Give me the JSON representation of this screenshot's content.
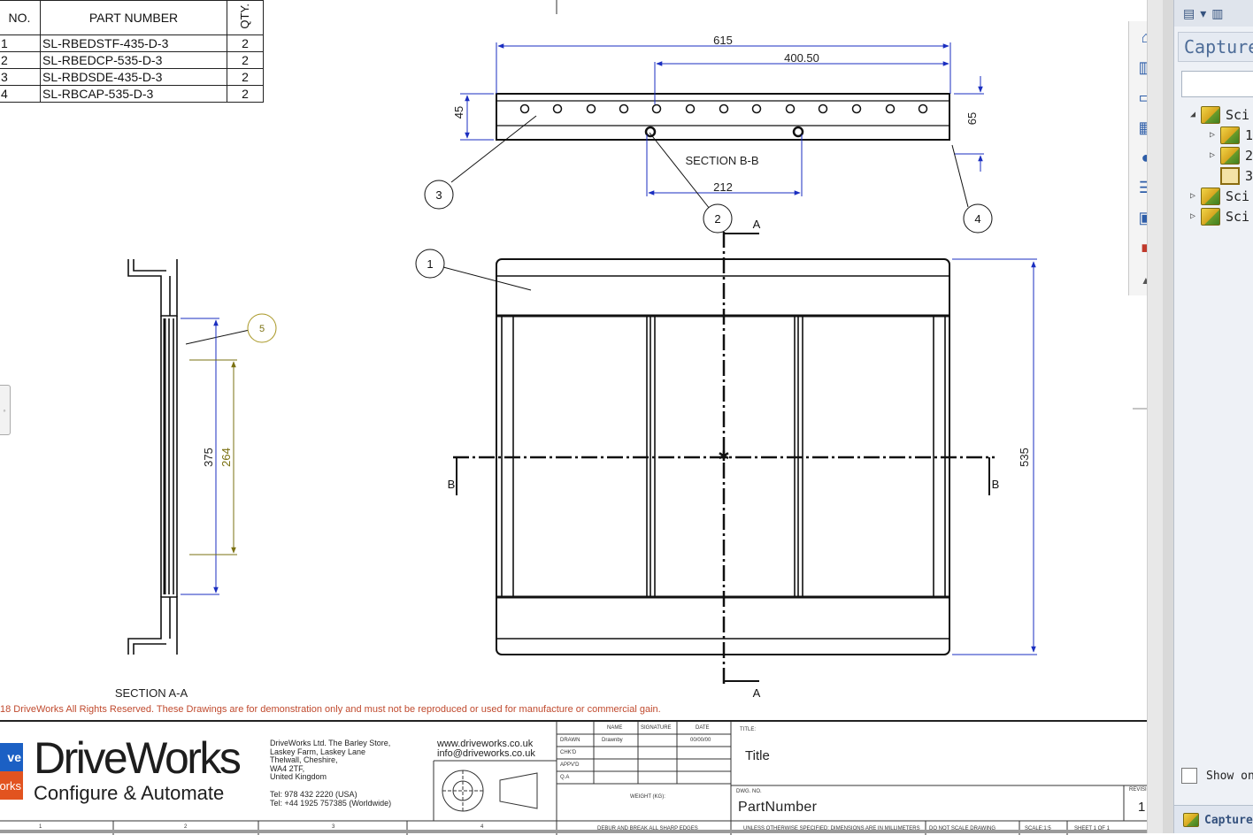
{
  "bom": {
    "headers": {
      "no": "NO.",
      "part": "PART NUMBER",
      "qty": "QTY."
    },
    "rows": [
      {
        "no": "1",
        "part": "SL-RBEDSTF-435-D-3",
        "qty": "2"
      },
      {
        "no": "2",
        "part": "SL-RBEDCP-535-D-3",
        "qty": "2"
      },
      {
        "no": "3",
        "part": "SL-RBDSDE-435-D-3",
        "qty": "2"
      },
      {
        "no": "4",
        "part": "SL-RBCAP-535-D-3",
        "qty": "2"
      }
    ]
  },
  "section_bb": {
    "label": "SECTION B-B",
    "dims": {
      "overall": "615",
      "upper": "400.50",
      "height": "45",
      "right": "65",
      "bottom": "212"
    }
  },
  "section_aa": {
    "label": "SECTION A-A",
    "dims": {
      "outer": "375",
      "inner": "264"
    }
  },
  "plan_view": {
    "height_dim": "535",
    "cut_a": "A",
    "cut_b": "B"
  },
  "balloons": {
    "b1": "1",
    "b2": "2",
    "b3": "3",
    "b4": "4",
    "b5": "5"
  },
  "copyright": "18 DriveWorks All Rights Reserved. These Drawings are for demonstration only and must not be reproduced or used for manufacture or commercial gain.",
  "title_block": {
    "logo_top": "ve",
    "logo_bottom": "orks",
    "brand": "DriveWorks",
    "tagline": "Configure & Automate",
    "address": [
      "DriveWorks Ltd. The Barley Store,",
      "Laskey Farm, Laskey Lane",
      "Thelwall, Cheshire,",
      "WA4 2TF,",
      "United Kingdom"
    ],
    "tel": [
      "Tel: 978 432 2220 (USA)",
      "Tel: +44 1925 757385 (Worldwide)"
    ],
    "web": "www.driveworks.co.uk",
    "email": "info@driveworks.co.uk",
    "col_name": "NAME",
    "col_signature": "SIGNATURE",
    "col_date": "DATE",
    "rows": [
      "DRAWN",
      "CHK'D",
      "APPV'D",
      "Q.A"
    ],
    "drawn_name": "Drawnby",
    "drawn_date": "00/00/00",
    "title_label": "TITLE:",
    "title_value": "Title",
    "weight_label": "WEIGHT (KG):",
    "dwg_label": "DWG. NO.",
    "dwg_value": "PartNumber",
    "rev_label": "REVISION",
    "rev_value": "1",
    "deburr": "DEBUR AND BREAK ALL SHARP EDGES",
    "tolerance": "UNLESS OTHERWISE SPECIFIED: DIMENSIONS ARE IN MILLIMETERS",
    "noscale": "DO NOT SCALE DRAWING",
    "scale": "SCALE:1:5",
    "sheet": "SHEET 1 OF 1",
    "zone_1": "1",
    "zone_2": "2",
    "zone_3": "3",
    "zone_4": "4"
  },
  "task_pane": {
    "title": "Capture",
    "tree": [
      {
        "label": "Sci",
        "expanded": true,
        "level": 0
      },
      {
        "label": "1",
        "expanded": false,
        "level": 1
      },
      {
        "label": "2",
        "expanded": false,
        "level": 1
      },
      {
        "label": "3",
        "expanded": false,
        "level": 1
      },
      {
        "label": "Sci",
        "expanded": false,
        "level": 0
      },
      {
        "label": "Sci",
        "expanded": false,
        "level": 0
      }
    ],
    "checkbox_label": "Show onl",
    "bottom_label": "Capture"
  },
  "toolbar_icons": [
    "home-icon",
    "parts-library-icon",
    "open-folder-icon",
    "design-library-icon",
    "appearance-icon",
    "properties-icon",
    "view-palette-icon",
    "custom-icon"
  ],
  "colors": {
    "dimension": "#1a2ec0",
    "dimension_alt": "#7a7010",
    "copyright": "#c04a2e",
    "brand_blue": "#1b60c4",
    "brand_orange": "#e2531f"
  }
}
